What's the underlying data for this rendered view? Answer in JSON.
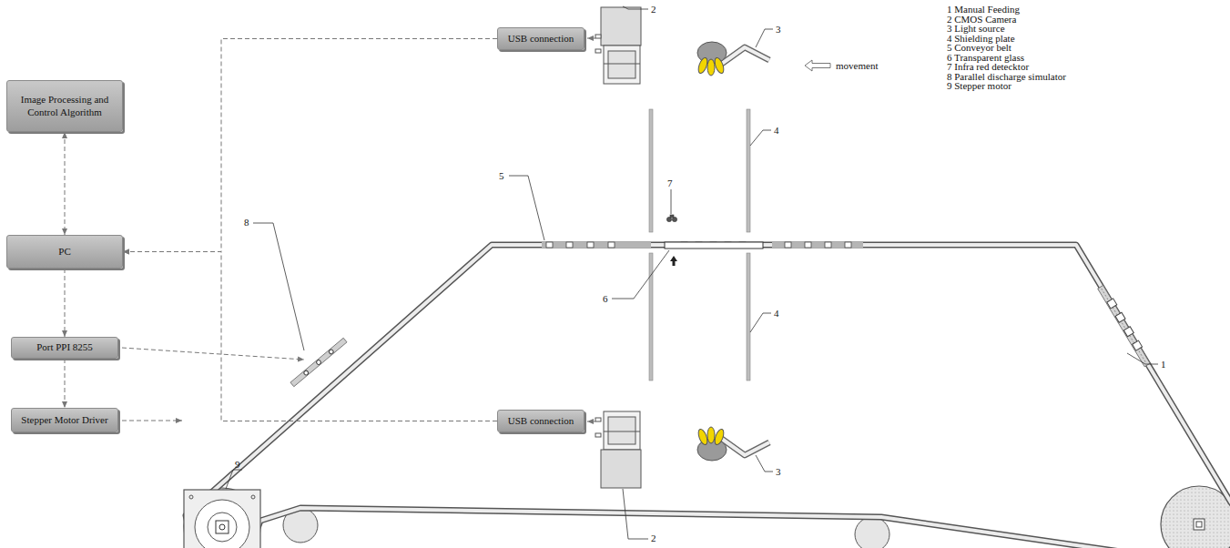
{
  "diagram": {
    "nodes": [
      {
        "text": [
          "USB connection"
        ]
      },
      {
        "text": [
          "Image Processing and Control Algorithm"
        ]
      },
      {
        "text": [
          "PC"
        ]
      },
      {
        "text": [
          "Port PPI 8255"
        ]
      },
      {
        "text": [
          "USB connection"
        ]
      },
      {
        "text": [
          "Stepper Motor Driver"
        ]
      }
    ],
    "edges": [
      {
        "from": 1,
        "to": 2,
        "arrow": "both"
      },
      {
        "from": 2,
        "to": 3,
        "arrow": "to"
      },
      {
        "from": 3,
        "to": 5,
        "arrow": "to"
      },
      {
        "from": 0,
        "to": 2,
        "arrow": "to"
      },
      {
        "from": 4,
        "to": 2,
        "arrow": "to"
      }
    ],
    "labels": [
      "1 Manual Feeding",
      "2 CMOS Camera",
      "3 Light source",
      "4 Shielding plate",
      "5 Conveyor belt",
      "6 Transparent glass",
      "7 Infra red detecktor",
      "8 Parallel discharge simulator",
      "9 Stepper motor",
      "2",
      "3",
      "4",
      "5",
      "7",
      "movement",
      "6",
      "4",
      "8",
      "1",
      "9",
      "3",
      "2"
    ]
  }
}
